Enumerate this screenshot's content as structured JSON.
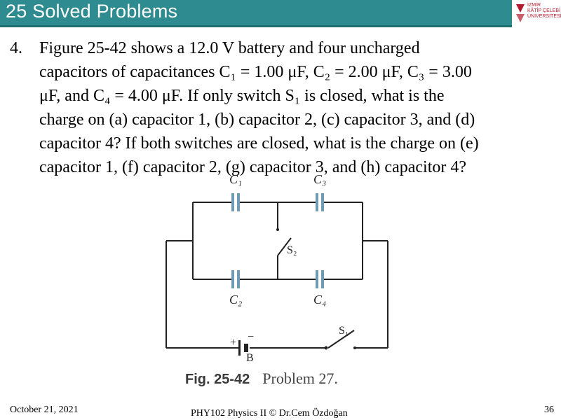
{
  "header": {
    "title": "25 Solved Problems",
    "logo_lines": [
      "İZMİR",
      "KÂTİP ÇELEBİ",
      "ÜNİVERSİTESİ"
    ]
  },
  "problem": {
    "number": "4.",
    "lines": [
      "Figure 25-42 shows a 12.0 V battery and four uncharged",
      "capacitors of capacitances C₁ = 1.00 μF, C₂ = 2.00 μF, C₃ = 3.00",
      "μF, and C₄ = 4.00 μF. If only switch S₁ is closed, what is the",
      "charge on (a) capacitor 1, (b) capacitor 2, (c) capacitor 3, and (d)",
      "capacitor 4? If both switches are closed, what is the charge on (e)",
      "capacitor 1, (f) capacitor 2, (g) capacitor 3, and (h) capacitor 4?"
    ]
  },
  "figure": {
    "labels": {
      "c1": "C₁",
      "c2": "C₂",
      "c3": "C₃",
      "c4": "C₄",
      "s1": "S₁",
      "s2": "S₂",
      "battery": "B",
      "plus": "+",
      "minus": "−"
    },
    "caption_fig": "Fig. 25-42",
    "caption_problem": "Problem 27.",
    "capacitor_color": "#6f9bb5"
  },
  "footer": {
    "date": "October 21, 2021",
    "center": "PHY102 Physics II © Dr.Cem Özdoğan",
    "page": "36"
  }
}
